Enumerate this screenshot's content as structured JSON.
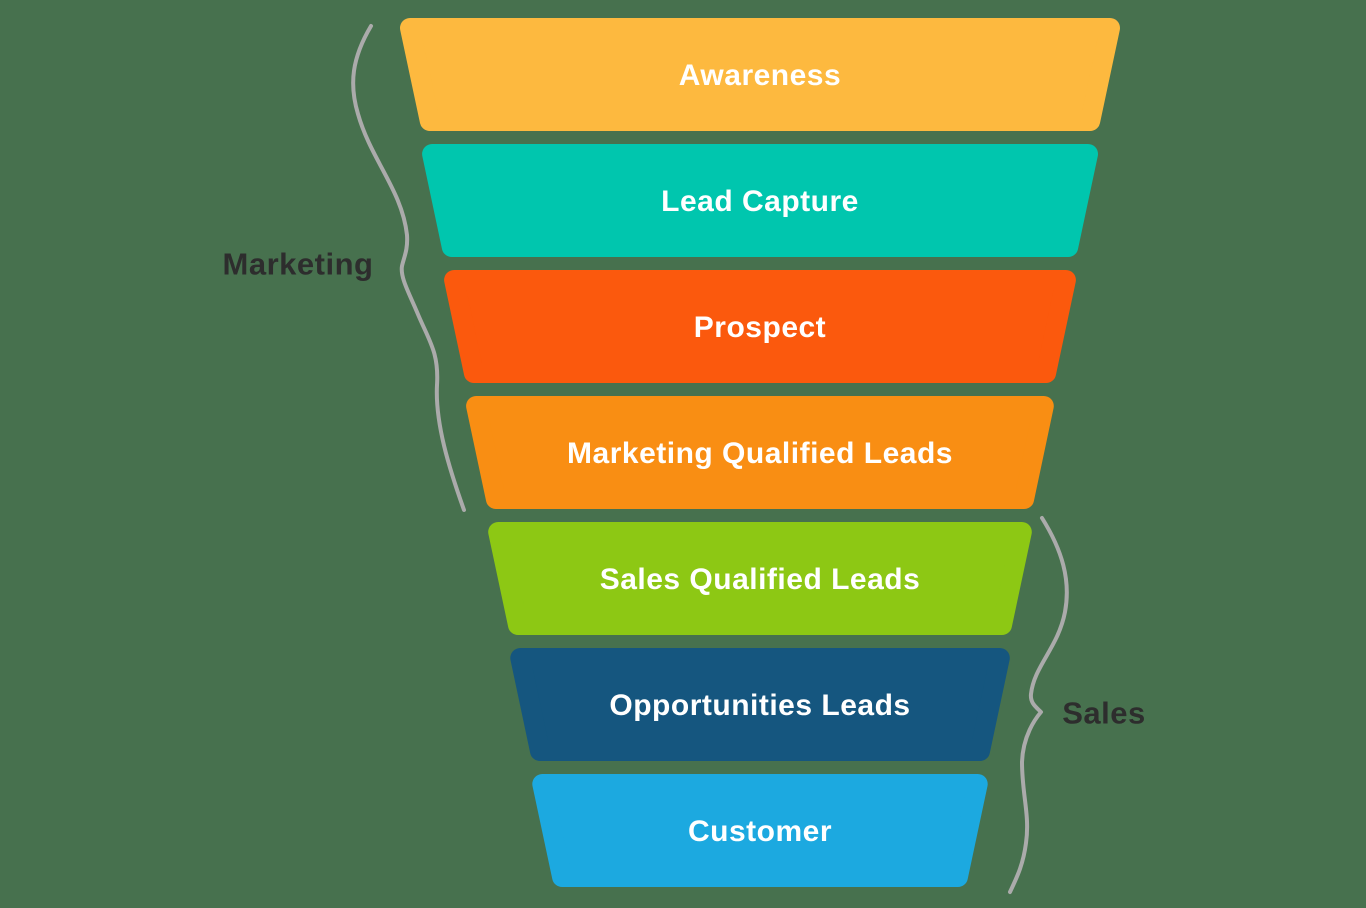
{
  "background_color": "#47714E",
  "funnel": {
    "stages": [
      {
        "label": "Awareness",
        "color": "#FDB93F"
      },
      {
        "label": "Lead Capture",
        "color": "#00C6AE"
      },
      {
        "label": "Prospect",
        "color": "#FB590D"
      },
      {
        "label": "Marketing Qualified Leads",
        "color": "#F98E13"
      },
      {
        "label": "Sales Qualified Leads",
        "color": "#8DC814"
      },
      {
        "label": "Opportunities Leads",
        "color": "#15567F"
      },
      {
        "label": "Customer",
        "color": "#1CA9E0"
      }
    ],
    "stage_text_color": "#FFFFFF",
    "groups": {
      "marketing": {
        "label": "Marketing",
        "side": "left",
        "covers_stages": [
          "Awareness",
          "Lead Capture",
          "Prospect",
          "Marketing Qualified Leads"
        ]
      },
      "sales": {
        "label": "Sales",
        "side": "right",
        "covers_stages": [
          "Sales Qualified Leads",
          "Opportunities Leads",
          "Customer"
        ]
      }
    },
    "group_label_color": "#2D2D2D",
    "brace_color": "#ABABAB"
  }
}
